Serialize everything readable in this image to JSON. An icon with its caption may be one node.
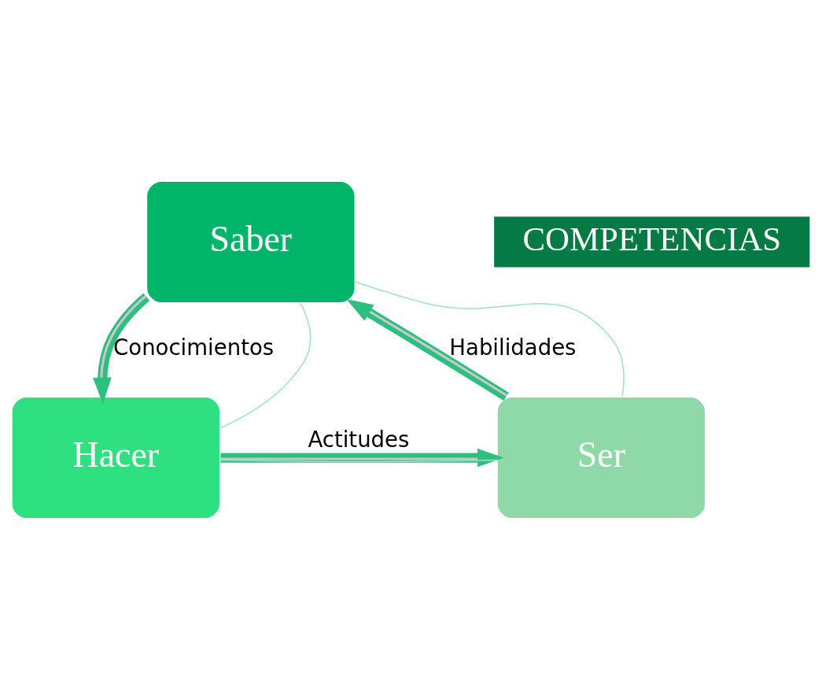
{
  "diagram": {
    "nodes": [
      {
        "text": [
          "Saber"
        ]
      },
      {
        "text": [
          "COMPETENCIAS"
        ]
      },
      {
        "text": [
          "Ser"
        ]
      },
      {
        "text": [
          "Hacer"
        ]
      }
    ],
    "edges": [
      {
        "from": 0,
        "to": 3,
        "arrow": "to",
        "label": "Conocimientos",
        "style": "thick"
      },
      {
        "from": 3,
        "to": 2,
        "arrow": "to",
        "label": "Actitudes",
        "style": "thick"
      },
      {
        "from": 2,
        "to": 0,
        "arrow": "to",
        "label": "Habilidades",
        "style": "thick"
      },
      {
        "from": 0,
        "to": 3,
        "arrow": "none",
        "color": "#9fe3c0"
      },
      {
        "from": 3,
        "to": 2,
        "arrow": "none",
        "color": "#9fe3c0"
      },
      {
        "from": 2,
        "to": 0,
        "arrow": "none",
        "color": "#9fe3c0"
      }
    ]
  }
}
